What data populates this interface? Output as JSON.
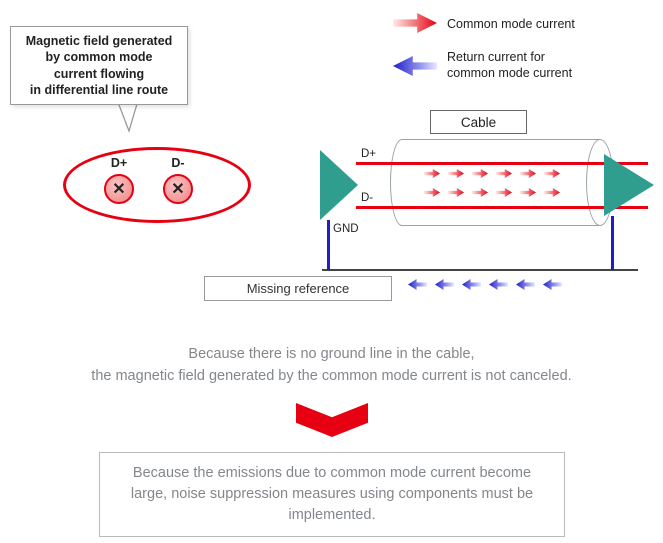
{
  "colors": {
    "red": "#e60012",
    "blue": "#1f1fc8",
    "teal": "#2f9e8f"
  },
  "callout": {
    "text": "Magnetic field generated\nby common mode\ncurrent flowing\nin differential line route"
  },
  "loop": {
    "dplus": "D+",
    "dminus": "D-"
  },
  "legend": {
    "common_mode": "Common mode current",
    "return_current": "Return current for\ncommon mode current"
  },
  "cable": {
    "title": "Cable",
    "dplus": "D+",
    "dminus": "D-",
    "gnd": "GND"
  },
  "ground": {
    "missing_reference": "Missing reference"
  },
  "explanation": {
    "line1": "Because there is no ground line in the cable,",
    "line2": "the magnetic field generated by the common mode current is not canceled."
  },
  "conclusion": {
    "text": "Because the emissions due to common mode current become large, noise suppression measures using components must be implemented."
  }
}
